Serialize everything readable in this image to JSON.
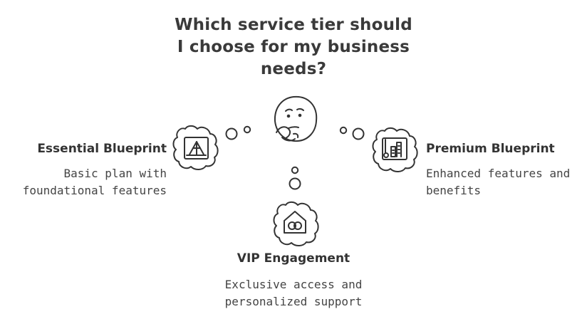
{
  "title": {
    "line1": "Which service tier should",
    "line2": "I choose for my business",
    "line3": "needs?"
  },
  "options": [
    {
      "heading": "Essential Blueprint",
      "desc_line1": "Basic plan with",
      "desc_line2": "foundational features",
      "icon": "building-plan-icon"
    },
    {
      "heading": "Premium Blueprint",
      "desc_line1": "Enhanced features and",
      "desc_line2": "benefits",
      "icon": "blueprint-buildings-icon"
    },
    {
      "heading": "VIP Engagement",
      "desc_line1": "Exclusive access and",
      "desc_line2": "personalized support",
      "icon": "house-rings-icon"
    }
  ],
  "center_icon": "thinking-face-icon",
  "colors": {
    "stroke": "#333333",
    "text": "#444444"
  }
}
